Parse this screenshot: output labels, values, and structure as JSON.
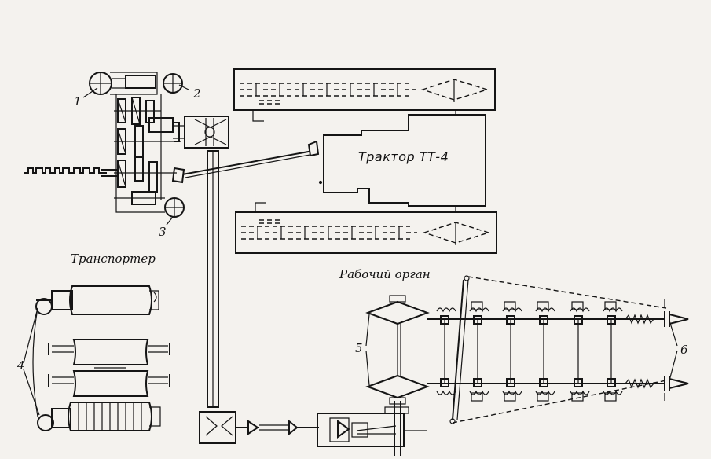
{
  "labels": {
    "tractor": "Трактор ТТ-4",
    "conveyor": "Транспортер",
    "working_body": "Рабочий орган"
  },
  "callouts": {
    "n1": "1",
    "n2": "2",
    "n3": "3",
    "n4": "4",
    "n5": "5",
    "n6": "6"
  }
}
